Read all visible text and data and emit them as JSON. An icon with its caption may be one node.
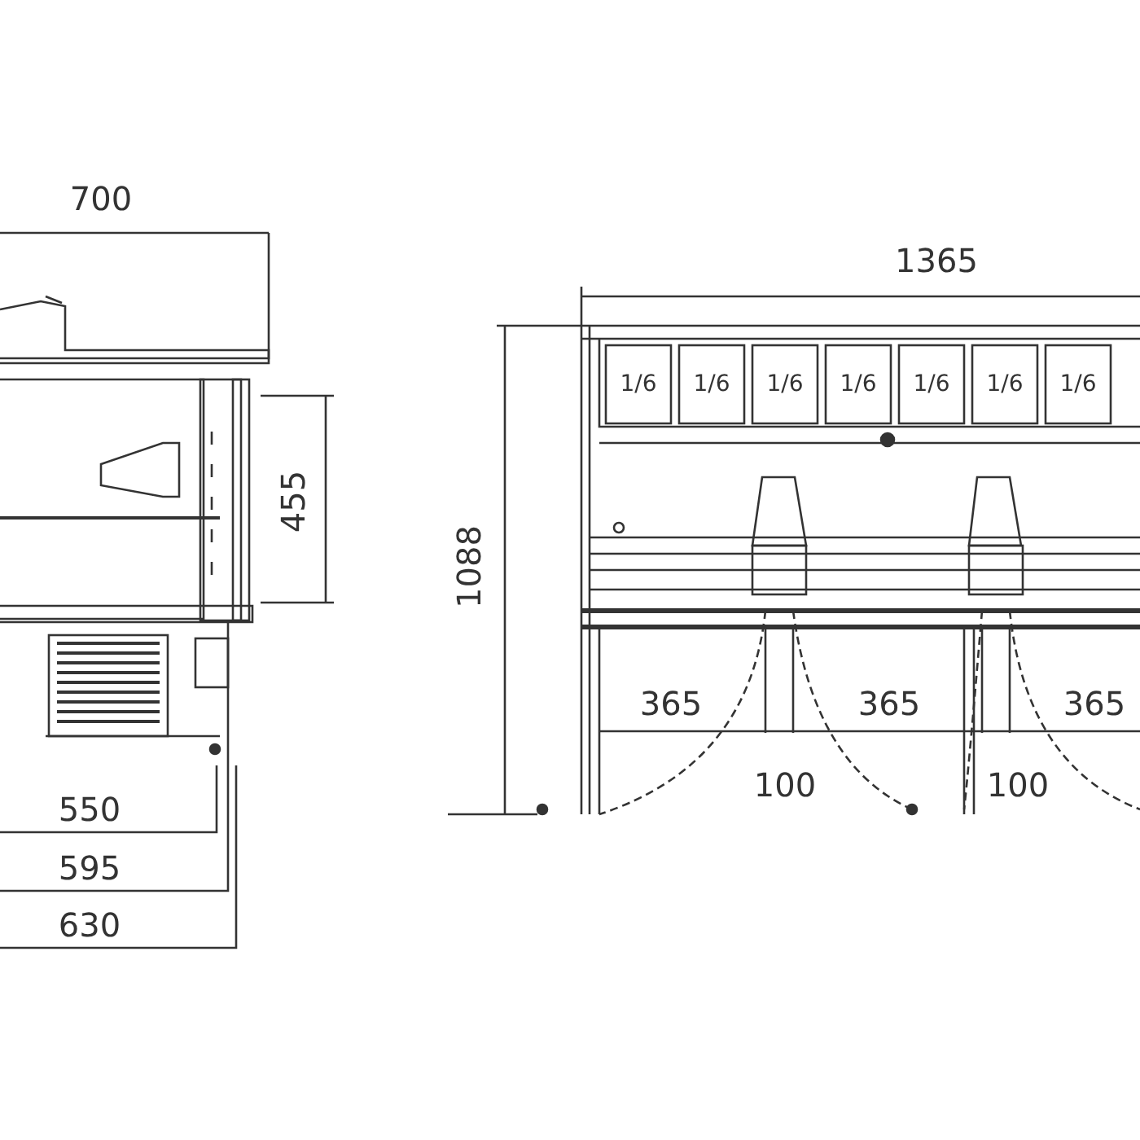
{
  "diagram": {
    "labels": [
      "700",
      "1365",
      "1/6",
      "1/6",
      "1/6",
      "1/6",
      "1/6",
      "1/6",
      "1/6",
      "455",
      "1088",
      "365",
      "365",
      "365",
      "100",
      "100",
      "550",
      "595",
      "630"
    ]
  }
}
